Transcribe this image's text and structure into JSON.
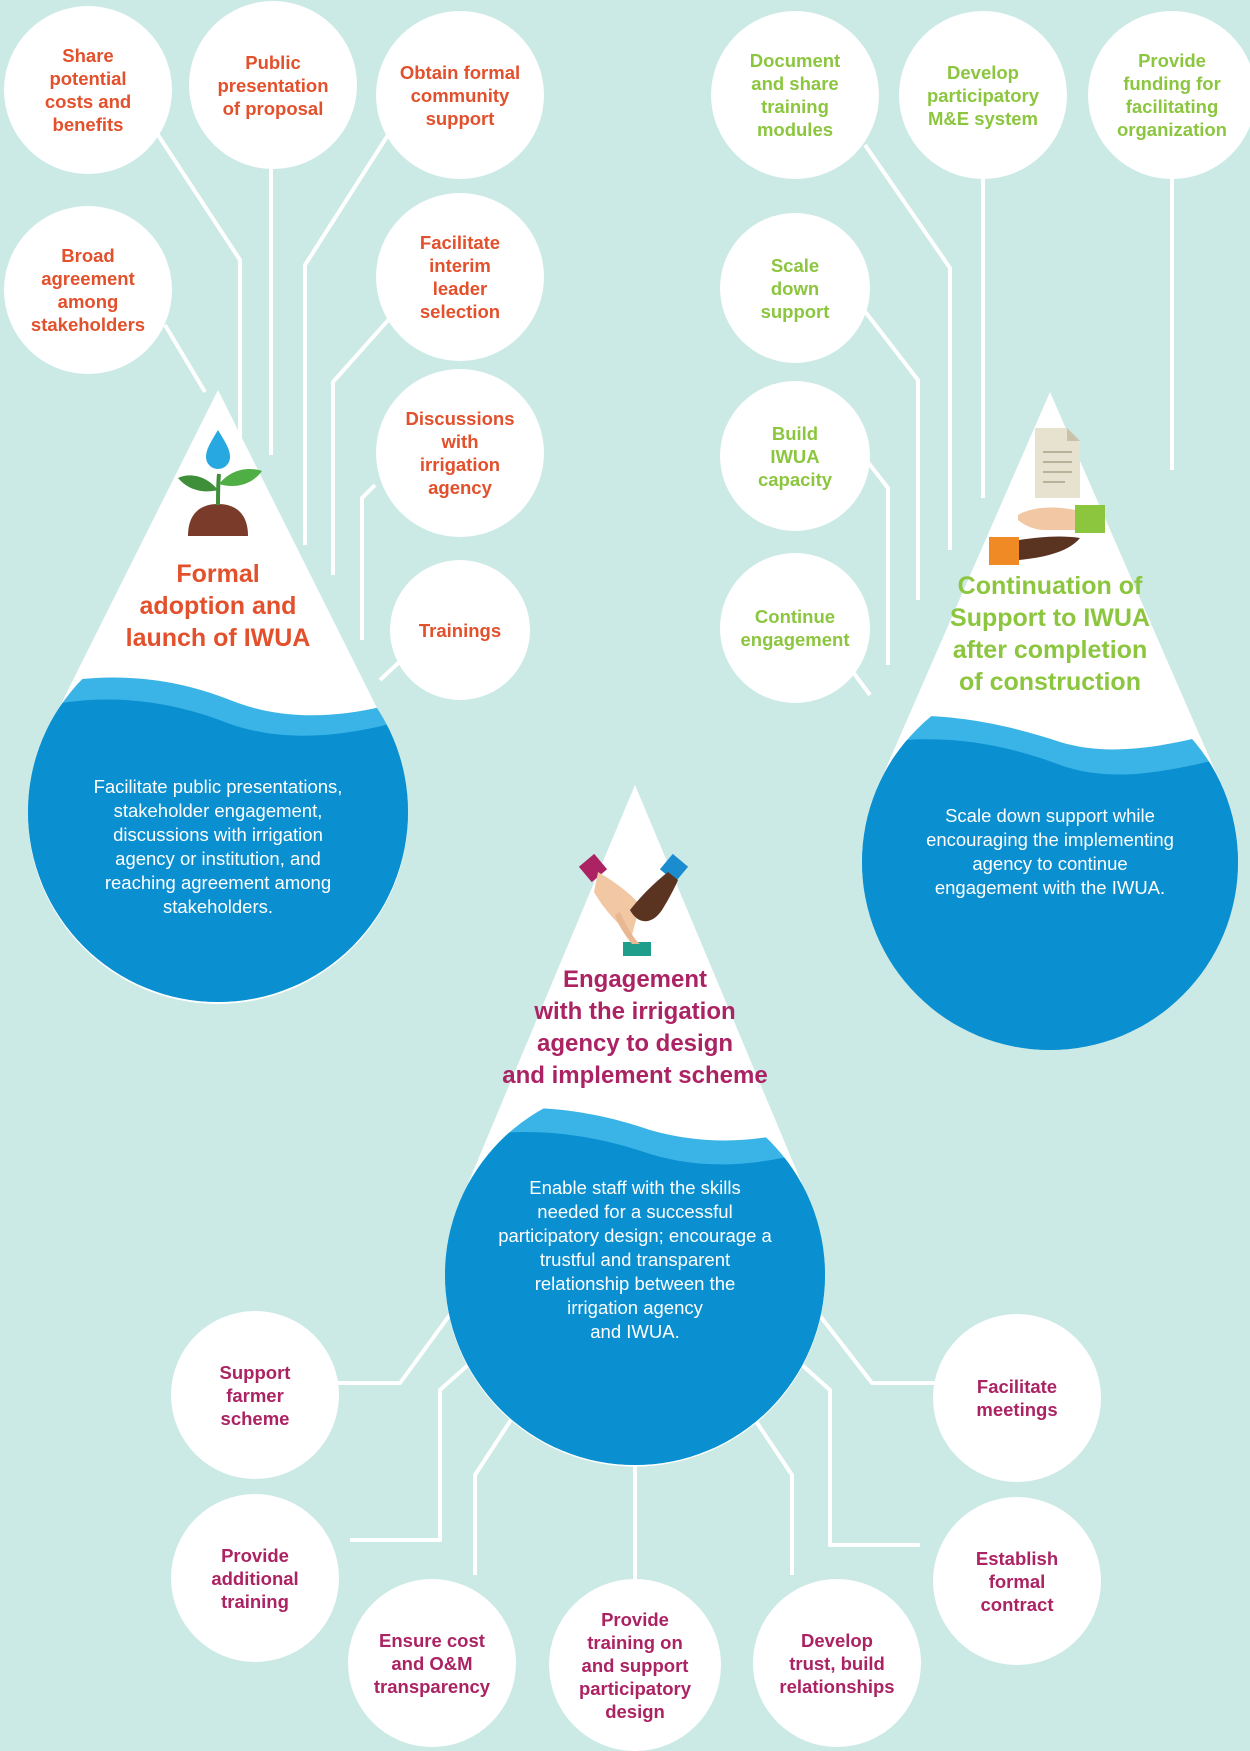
{
  "colors": {
    "background": "#cbe9e5",
    "connector": "#ffffff",
    "drop_fill": "#ffffff",
    "water": "#0a8fd1",
    "wave": "#3ab4e6",
    "stage1": "#e2502c",
    "stage2": "#ab2363",
    "stage3": "#8cc63f"
  },
  "stage1": {
    "icon": "seedling-water-drop-icon",
    "title": "Formal\nadoption and\nlaunch of IWUA",
    "description": "Facilitate public presentations,\nstakeholder engagement,\ndiscussions with irrigation\nagency or institution, and\nreaching agreement among\nstakeholders.",
    "bubbles": [
      "Share\npotential\ncosts and\nbenefits",
      "Public\npresentation\nof proposal",
      "Obtain formal\ncommunity\nsupport",
      "Broad\nagreement\namong\nstakeholders",
      "Facilitate\ninterim\nleader\nselection",
      "Discussions\nwith\nirrigation\nagency",
      "Trainings"
    ]
  },
  "stage2": {
    "icon": "handshake-icon",
    "title": "Engagement\nwith the irrigation\nagency to design\nand implement scheme",
    "description": "Enable staff with the skills\nneeded for a successful\nparticipatory design; encourage a\ntrustful and transparent\nrelationship between the\nirrigation agency\nand IWUA.",
    "bubbles": [
      "Support\nfarmer\nscheme",
      "Provide\nadditional\ntraining",
      "Ensure cost\nand O&M\ntransparency",
      "Provide\ntraining on\nand support\nparticipatory\ndesign",
      "Develop\ntrust, build\nrelationships",
      "Establish\nformal\ncontract",
      "Facilitate\nmeetings"
    ]
  },
  "stage3": {
    "icon": "document-hands-icon",
    "title": "Continuation of\nSupport to IWUA\nafter completion\nof construction",
    "description": "Scale down support while\nencouraging the implementing\nagency to continue\nengagement with the IWUA.",
    "bubbles": [
      "Document\nand share\ntraining\nmodules",
      "Develop\nparticipatory\nM&E system",
      "Provide\nfunding for\nfacilitating\norganization",
      "Scale\ndown\nsupport",
      "Build\nIWUA\ncapacity",
      "Continue\nengagement"
    ]
  }
}
